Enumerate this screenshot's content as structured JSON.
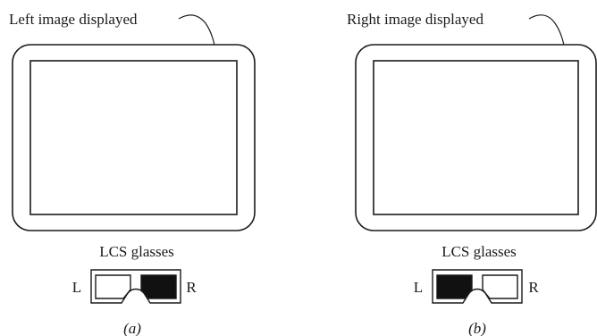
{
  "panels": [
    {
      "id": "a",
      "annotation": "Left image displayed",
      "glasses_label": "LCS glasses",
      "left_eye_letter": "L",
      "right_eye_letter": "R",
      "dark_lens": "right",
      "caption": "(a)"
    },
    {
      "id": "b",
      "annotation": "Right image displayed",
      "glasses_label": "LCS glasses",
      "left_eye_letter": "L",
      "right_eye_letter": "R",
      "dark_lens": "left",
      "caption": "(b)"
    }
  ],
  "colors": {
    "ink": "#1a1a1a",
    "lens_dark": "#111111",
    "background": "#ffffff"
  }
}
